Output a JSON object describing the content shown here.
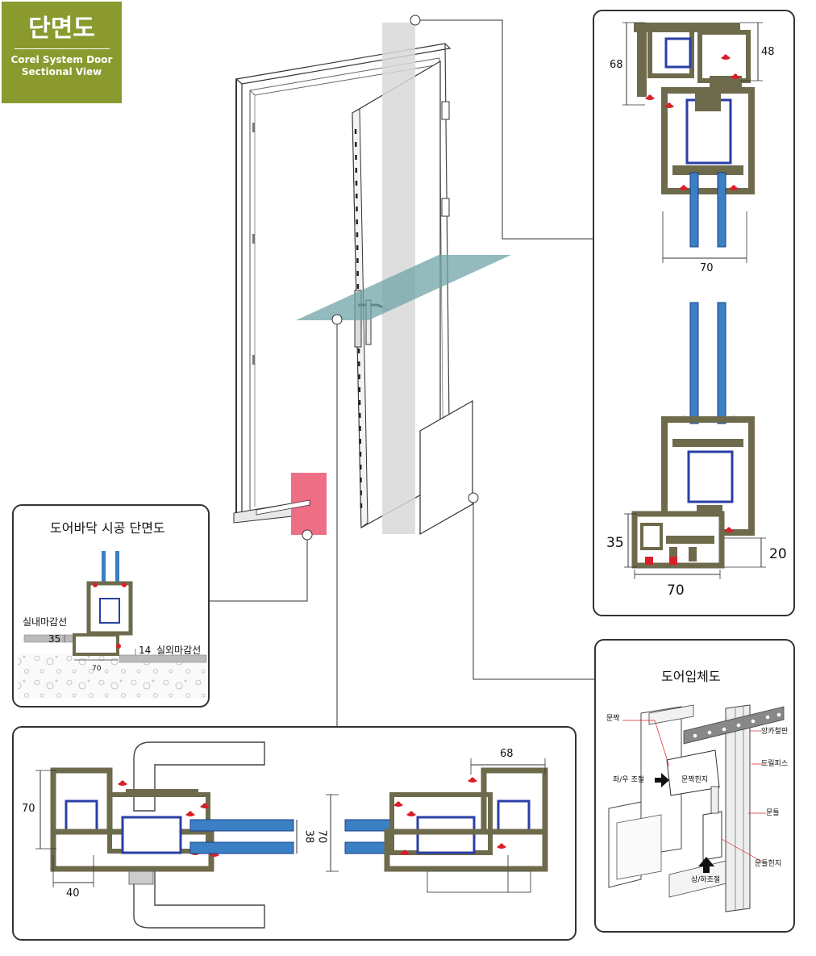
{
  "badge": {
    "title": "단면도",
    "subtitle_line1": "Corel System Door",
    "subtitle_line2": "Sectional View"
  },
  "right_section": {
    "dim_top_left": "68",
    "dim_top_right": "48",
    "dim_top_width": "70",
    "dim_bottom_left": "35",
    "dim_bottom_right": "20",
    "dim_bottom_width": "70"
  },
  "floor_panel": {
    "title": "도어바닥 시공 단면도",
    "indoor_line": "실내마감선",
    "outdoor_line": "실외마감선",
    "dim_35": "35",
    "dim_14": "14",
    "dim_70": "70"
  },
  "isometric_panel": {
    "title": "도어입체도",
    "label_door_leaf": "문짝",
    "label_lr_adjust": "좌/우 조절",
    "label_leaf_hinge": "문짝힌지",
    "label_anchor_plate": "앙카철판",
    "label_drill_screw": "드릴피스",
    "label_frame": "문틀",
    "label_frame_hinge": "문틀힌지",
    "label_ud_adjust": "상/하조절"
  },
  "horizontal_section": {
    "dim_left_70": "70",
    "dim_left_40": "40",
    "dim_mid_38": "38",
    "dim_mid_70": "70",
    "dim_right_68": "68"
  },
  "colors": {
    "badge": "#8a9a2e",
    "glass": "#3b7fc4",
    "gasket": "#d9202a",
    "profile": "#6e6a4c",
    "pink_marker": "#ee6e86",
    "teal_plane": "#6fa4a8"
  }
}
